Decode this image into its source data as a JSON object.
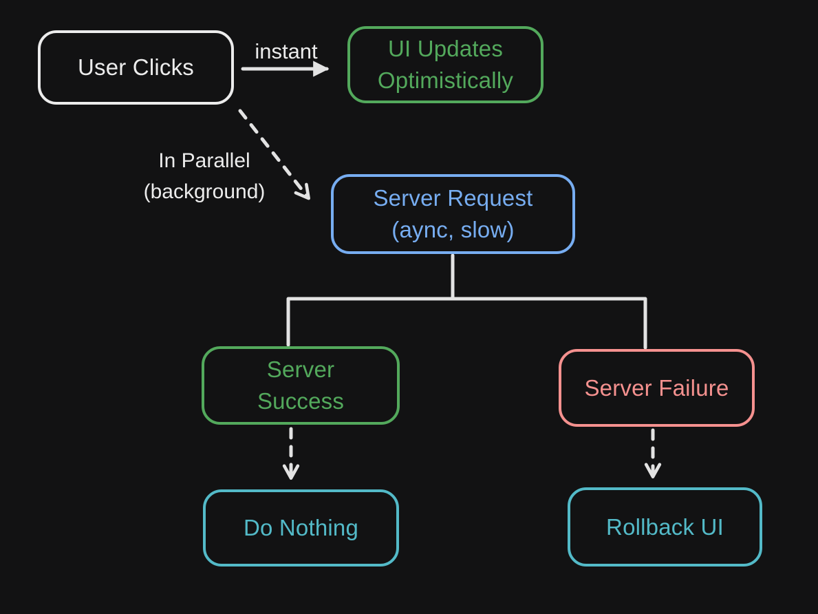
{
  "colors": {
    "background": "#121213",
    "stroke": "#e3e3e3",
    "white": "#ececec",
    "green": "#53a95c",
    "blue": "#77adf1",
    "red": "#f5918f",
    "teal": "#53bac8"
  },
  "nodes": [
    {
      "id": "user-clicks",
      "label": "User Clicks"
    },
    {
      "id": "ui-updates-optimistically",
      "label": "UI Updates\nOptimistically"
    },
    {
      "id": "server-request",
      "label": "Server Request\n(aync, slow)"
    },
    {
      "id": "server-success",
      "label": "Server\nSuccess"
    },
    {
      "id": "server-failure",
      "label": "Server Failure"
    },
    {
      "id": "do-nothing",
      "label": "Do Nothing"
    },
    {
      "id": "rollback-ui",
      "label": "Rollback UI"
    }
  ],
  "edge_labels": {
    "instant": "instant",
    "in_parallel": "In Parallel\n(background)"
  }
}
